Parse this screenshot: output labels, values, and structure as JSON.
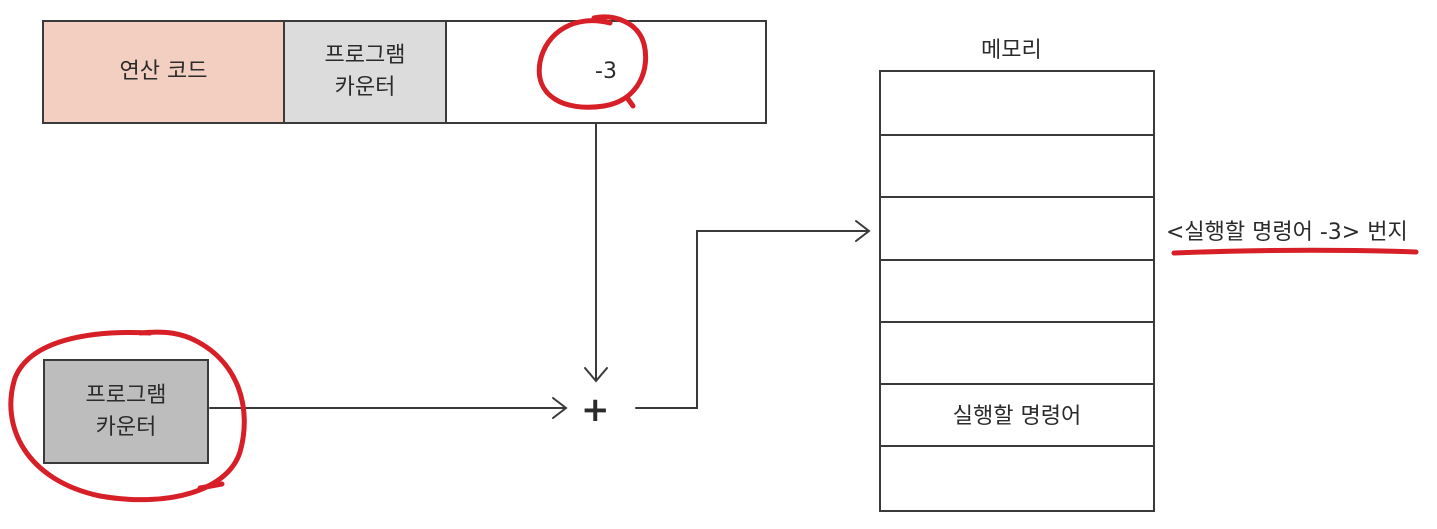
{
  "instruction": {
    "opcode_label": "연산 코드",
    "mode_label_line1": "프로그램",
    "mode_label_line2": "카운터",
    "operand_value": "-3"
  },
  "program_counter": {
    "line1": "프로그램",
    "line2": "카운터"
  },
  "adder_symbol": "+",
  "memory": {
    "title": "메모리",
    "rows": [
      "",
      "",
      "",
      "",
      "",
      "실행할 명령어",
      ""
    ],
    "target_label": "<실행할 명령어 -3> 번지"
  },
  "colors": {
    "opcode_fill": "#f2cfc1",
    "mode_fill": "#dcdcdc",
    "pc_fill": "#bdbdbd",
    "line": "#3a3a3a",
    "annotation_red": "#d61f26"
  }
}
